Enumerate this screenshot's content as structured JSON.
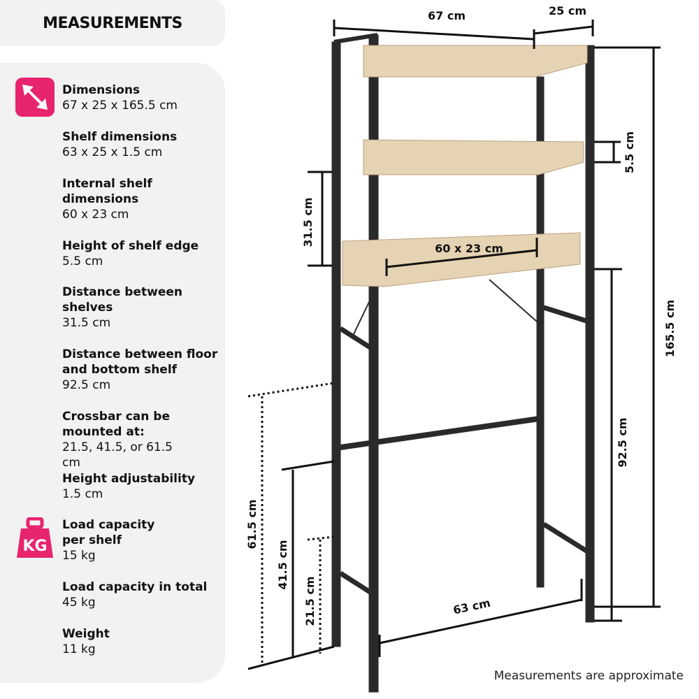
{
  "header": {
    "title": "MEASUREMENTS"
  },
  "specs": [
    {
      "title": "Dimensions",
      "value": " 67 x 25 x 165.5 cm",
      "icon": "resize-arrow-icon"
    },
    {
      "title": "Shelf dimensions",
      "value": "63 x 25 x 1.5 cm"
    },
    {
      "title": "Internal shelf dimensions",
      "value": "60 x 23 cm"
    },
    {
      "title": "Height of shelf edge",
      "value": "5.5 cm"
    },
    {
      "title": "Distance between shelves",
      "value": "31.5 cm"
    },
    {
      "title": "Distance between floor and bottom shelf",
      "value": "92.5 cm"
    },
    {
      "title": "Crossbar can be mounted at:",
      "value": "21.5, 41.5, or 61.5 cm"
    },
    {
      "title": "Height adjustability",
      "value": "1.5 cm"
    },
    {
      "title": "Load capacity per shelf",
      "value": "15 kg",
      "icon": "weight-kg-icon",
      "icon_text": "KG"
    },
    {
      "title": "Load capacity in total",
      "value": "45 kg"
    },
    {
      "title": "Weight",
      "value": "11 kg"
    }
  ],
  "diagram": {
    "width": "67 cm",
    "depth": "25 cm",
    "edge": "5.5 cm",
    "between": "31.5 cm",
    "internal": "60 x 23 cm",
    "total_height": "165.5 cm",
    "floor_shelf": "92.5 cm",
    "cross1": "61.5 cm",
    "cross2": "41.5 cm",
    "cross3": "21.5 cm",
    "bottom_width": "63 cm"
  },
  "note": "Measurements are approximate",
  "colors": {
    "accent": "#e8246f",
    "panel": "#f2f2f2",
    "wood": "#e6d3b3",
    "frame": "#2a2a2a"
  }
}
